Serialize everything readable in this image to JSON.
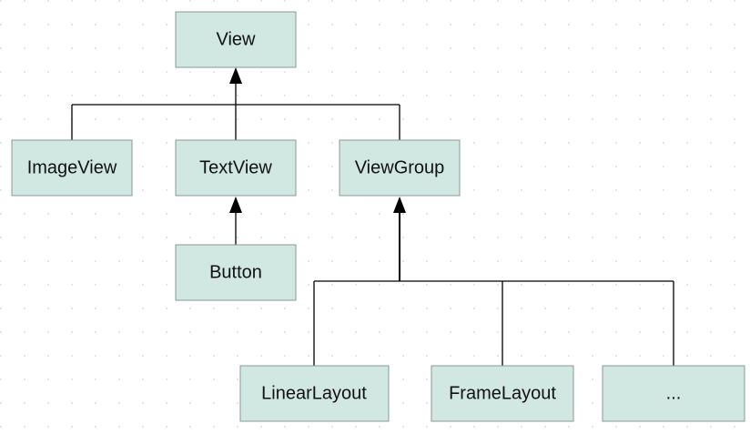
{
  "colors": {
    "node_fill": "#d1e7e2",
    "node_stroke": "#8a9896",
    "line": "#000000",
    "grid_dot": "#c4c4c4",
    "text": "#111111"
  },
  "nodes": {
    "view": "View",
    "image_view": "ImageView",
    "text_view": "TextView",
    "view_group": "ViewGroup",
    "button": "Button",
    "linear_layout": "LinearLayout",
    "frame_layout": "FrameLayout",
    "more": "..."
  },
  "edges": [
    {
      "from": "image_view",
      "to": "view"
    },
    {
      "from": "text_view",
      "to": "view"
    },
    {
      "from": "view_group",
      "to": "view"
    },
    {
      "from": "button",
      "to": "text_view"
    },
    {
      "from": "linear_layout",
      "to": "view_group"
    },
    {
      "from": "frame_layout",
      "to": "view_group"
    },
    {
      "from": "more",
      "to": "view_group"
    }
  ]
}
